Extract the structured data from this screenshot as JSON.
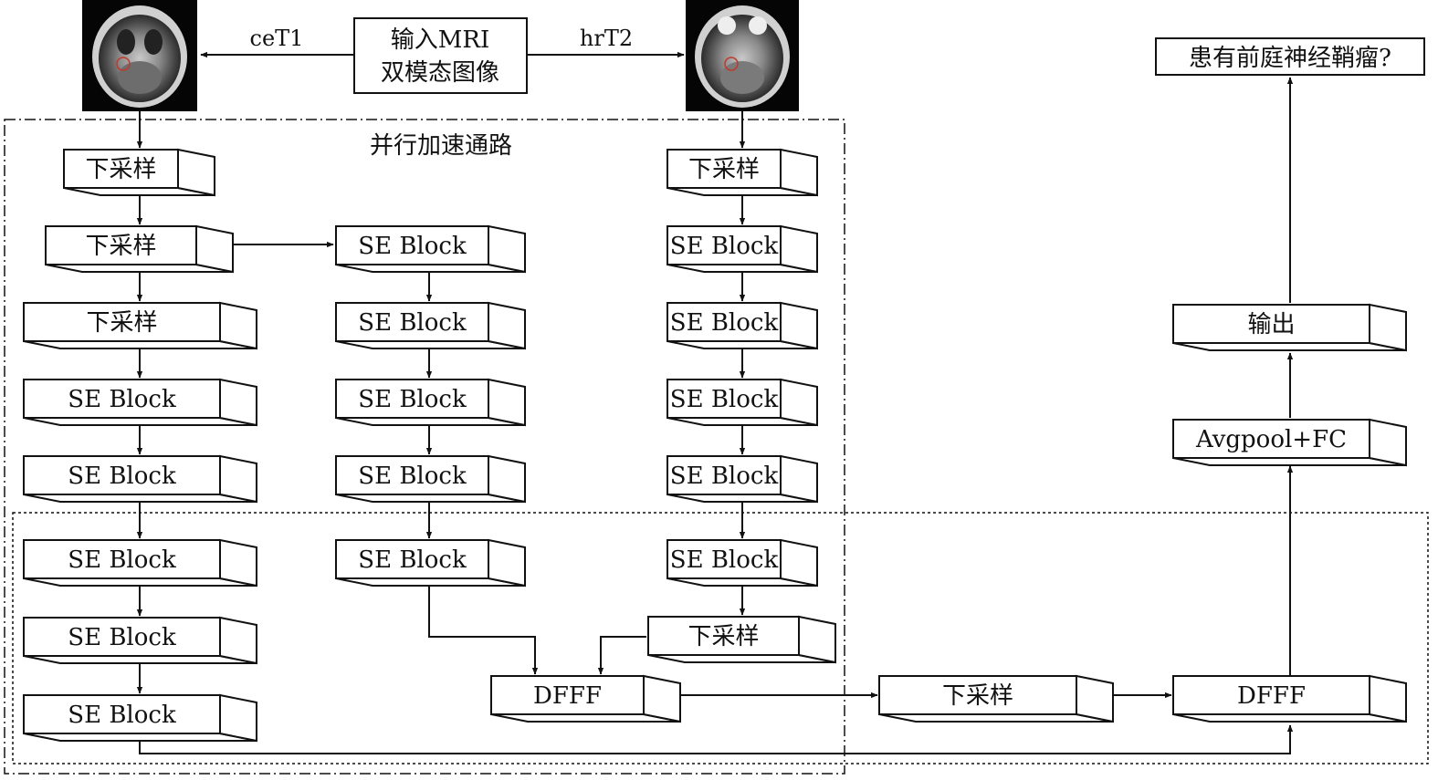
{
  "labels": {
    "input": [
      "输入MRI",
      "双模态图像"
    ],
    "cet1": "ceT1",
    "hrt2": "hrT2",
    "parallel": "并行加速通路",
    "result": "患有前庭神经鞘瘤?"
  },
  "blocks": {
    "a1": "下采样",
    "a2": "下采样",
    "a3": "下采样",
    "a4": "SE Block",
    "a5": "SE Block",
    "a6": "SE Block",
    "a7": "SE Block",
    "a8": "SE Block",
    "b1": "SE Block",
    "b2": "SE Block",
    "b3": "SE Block",
    "b4": "SE Block",
    "b5": "SE Block",
    "c1": "下采样",
    "c2": "SE Block",
    "c3": "SE Block",
    "c4": "SE Block",
    "c5": "SE Block",
    "c6": "SE Block",
    "c7": "下采样",
    "dfff1": "DFFF",
    "ds": "下采样",
    "dfff2": "DFFF",
    "avg": "Avgpool+FC",
    "out": "输出"
  }
}
